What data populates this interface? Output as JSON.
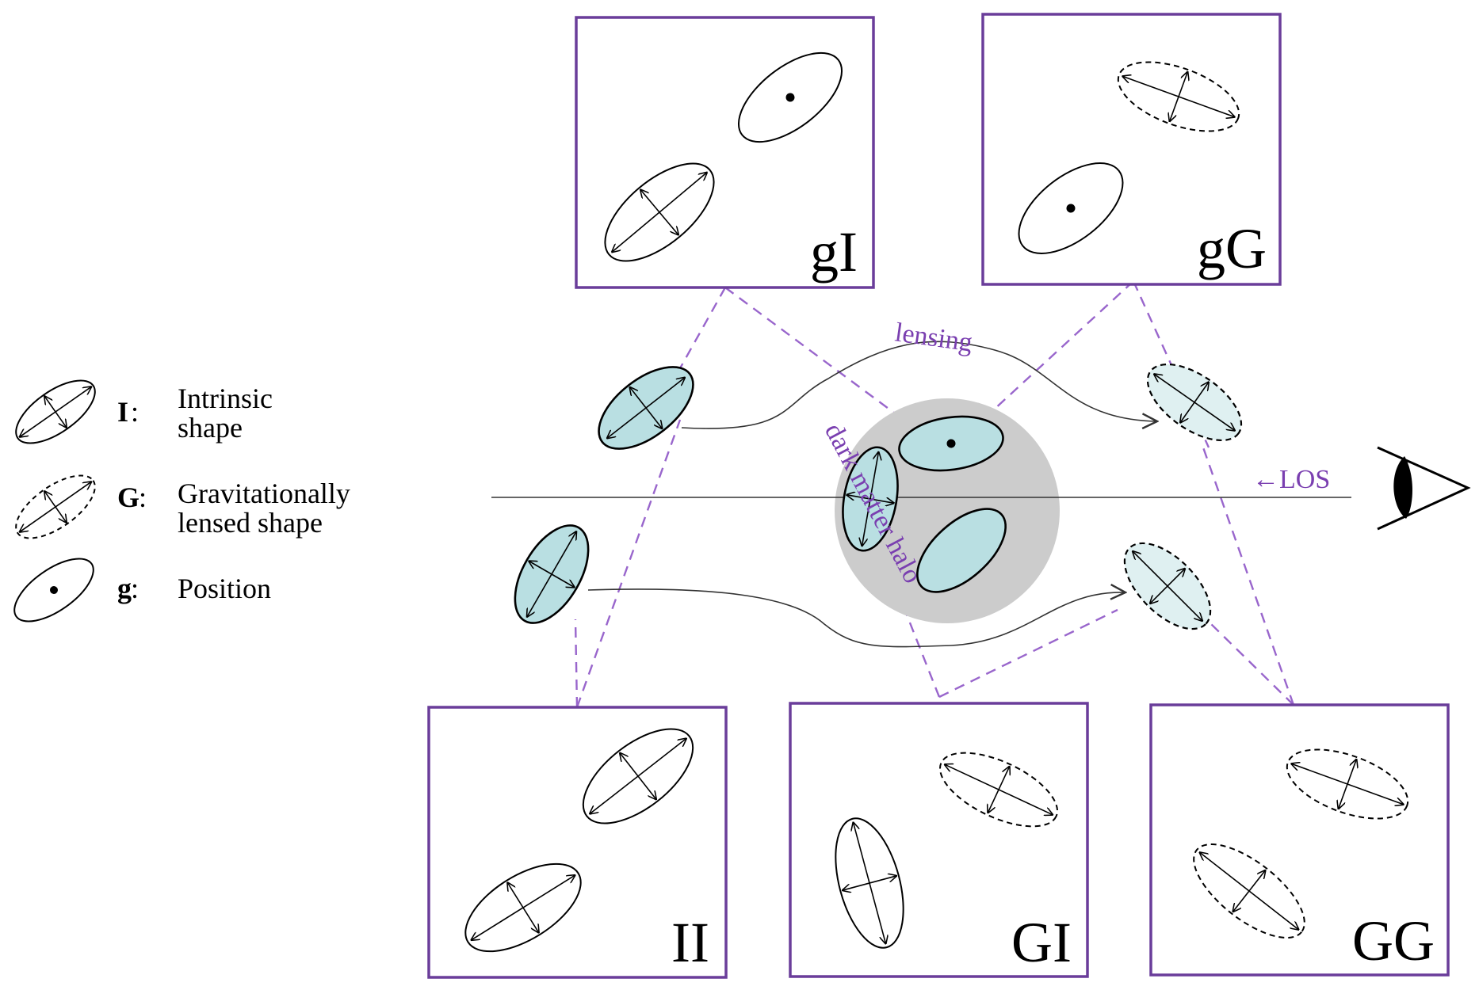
{
  "colors": {
    "panel_border": "#6a3d9a",
    "connector": "#9966cc",
    "label_purple": "#7a3fb0",
    "galaxy_fill": "#b9dfe2",
    "galaxy_fill_light": "#dff0f1",
    "halo_fill": "#cccccc",
    "ink": "#000000"
  },
  "legend": [
    {
      "key": "I",
      "colon": ":",
      "text_lines": [
        "Intrinsic",
        "shape"
      ],
      "icon": "intrinsic-shape-icon"
    },
    {
      "key": "G",
      "colon": ":",
      "text_lines": [
        "Gravitationally",
        "lensed shape"
      ],
      "icon": "lensed-shape-icon"
    },
    {
      "key": "g",
      "colon": ":",
      "text_lines": [
        "Position"
      ],
      "icon": "position-icon"
    }
  ],
  "panels": {
    "gI": "gI",
    "gG": "gG",
    "II": "II",
    "GI": "GI",
    "GG": "GG"
  },
  "labels": {
    "lensing": "lensing",
    "halo": "dark matter halo",
    "los": "←LOS"
  },
  "icons": [
    "observer-eye-icon"
  ]
}
